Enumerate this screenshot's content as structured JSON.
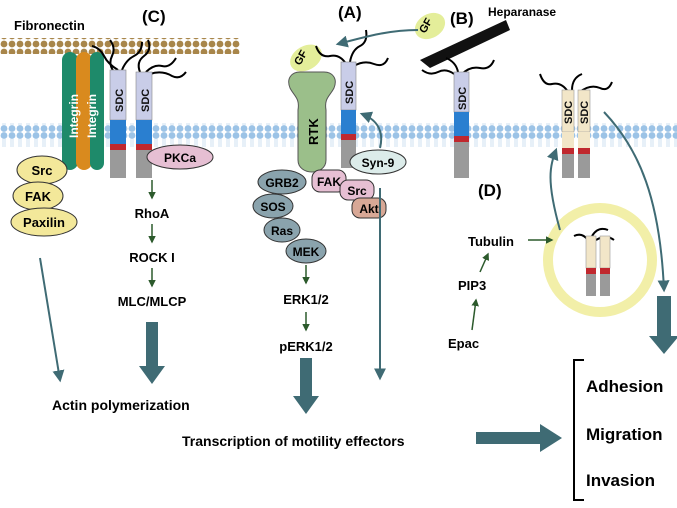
{
  "labels": {
    "fibronectin": "Fibronectin",
    "panel_c": "(C)",
    "panel_a": "(A)",
    "panel_b": "(B)",
    "panel_d": "(D)",
    "heparanase": "Heparanase",
    "gf": "GF",
    "sdc": "SDC",
    "integrin": "Integrin",
    "rtk": "RTK",
    "src": "Src",
    "fak": "FAK",
    "paxilin": "Paxilin",
    "pkca": "PKCa",
    "rhoa": "RhoA",
    "rock1": "ROCK I",
    "mlc": "MLC/MLCP",
    "actin": "Actin polymerization",
    "grb2": "GRB2",
    "sos": "SOS",
    "ras": "Ras",
    "mek": "MEK",
    "akt": "Akt",
    "syn9": "Syn-9",
    "erk": "ERK1/2",
    "perk": "pERK1/2",
    "transcription": "Transcription of motility effectors",
    "tubulin": "Tubulin",
    "pip3": "PIP3",
    "epac": "Epac"
  },
  "outcomes": [
    "Adhesion",
    "Migration",
    "Invasion"
  ],
  "colors": {
    "arrow": "#3f6b74",
    "membrane_blue": "#b7d3ec",
    "fibronectin": "#a8864a",
    "integrin_green": "#1e8a6a",
    "integrin_orange": "#d98a1e",
    "gf": "#e4ee9a",
    "yellow_blob": "#f3e89a",
    "rtk_green": "#9bbf8a",
    "grey_blue": "#8aa3ad",
    "pink": "#e6bfd3",
    "syn9": "#dcecea",
    "sdc_stem": "#c9cde8",
    "sdc_blue": "#2a7fd0",
    "sdc_red": "#c0282e",
    "sdc_grey": "#9a9a9a",
    "akt": "#d8a896",
    "cycle": "#f2efa8"
  }
}
